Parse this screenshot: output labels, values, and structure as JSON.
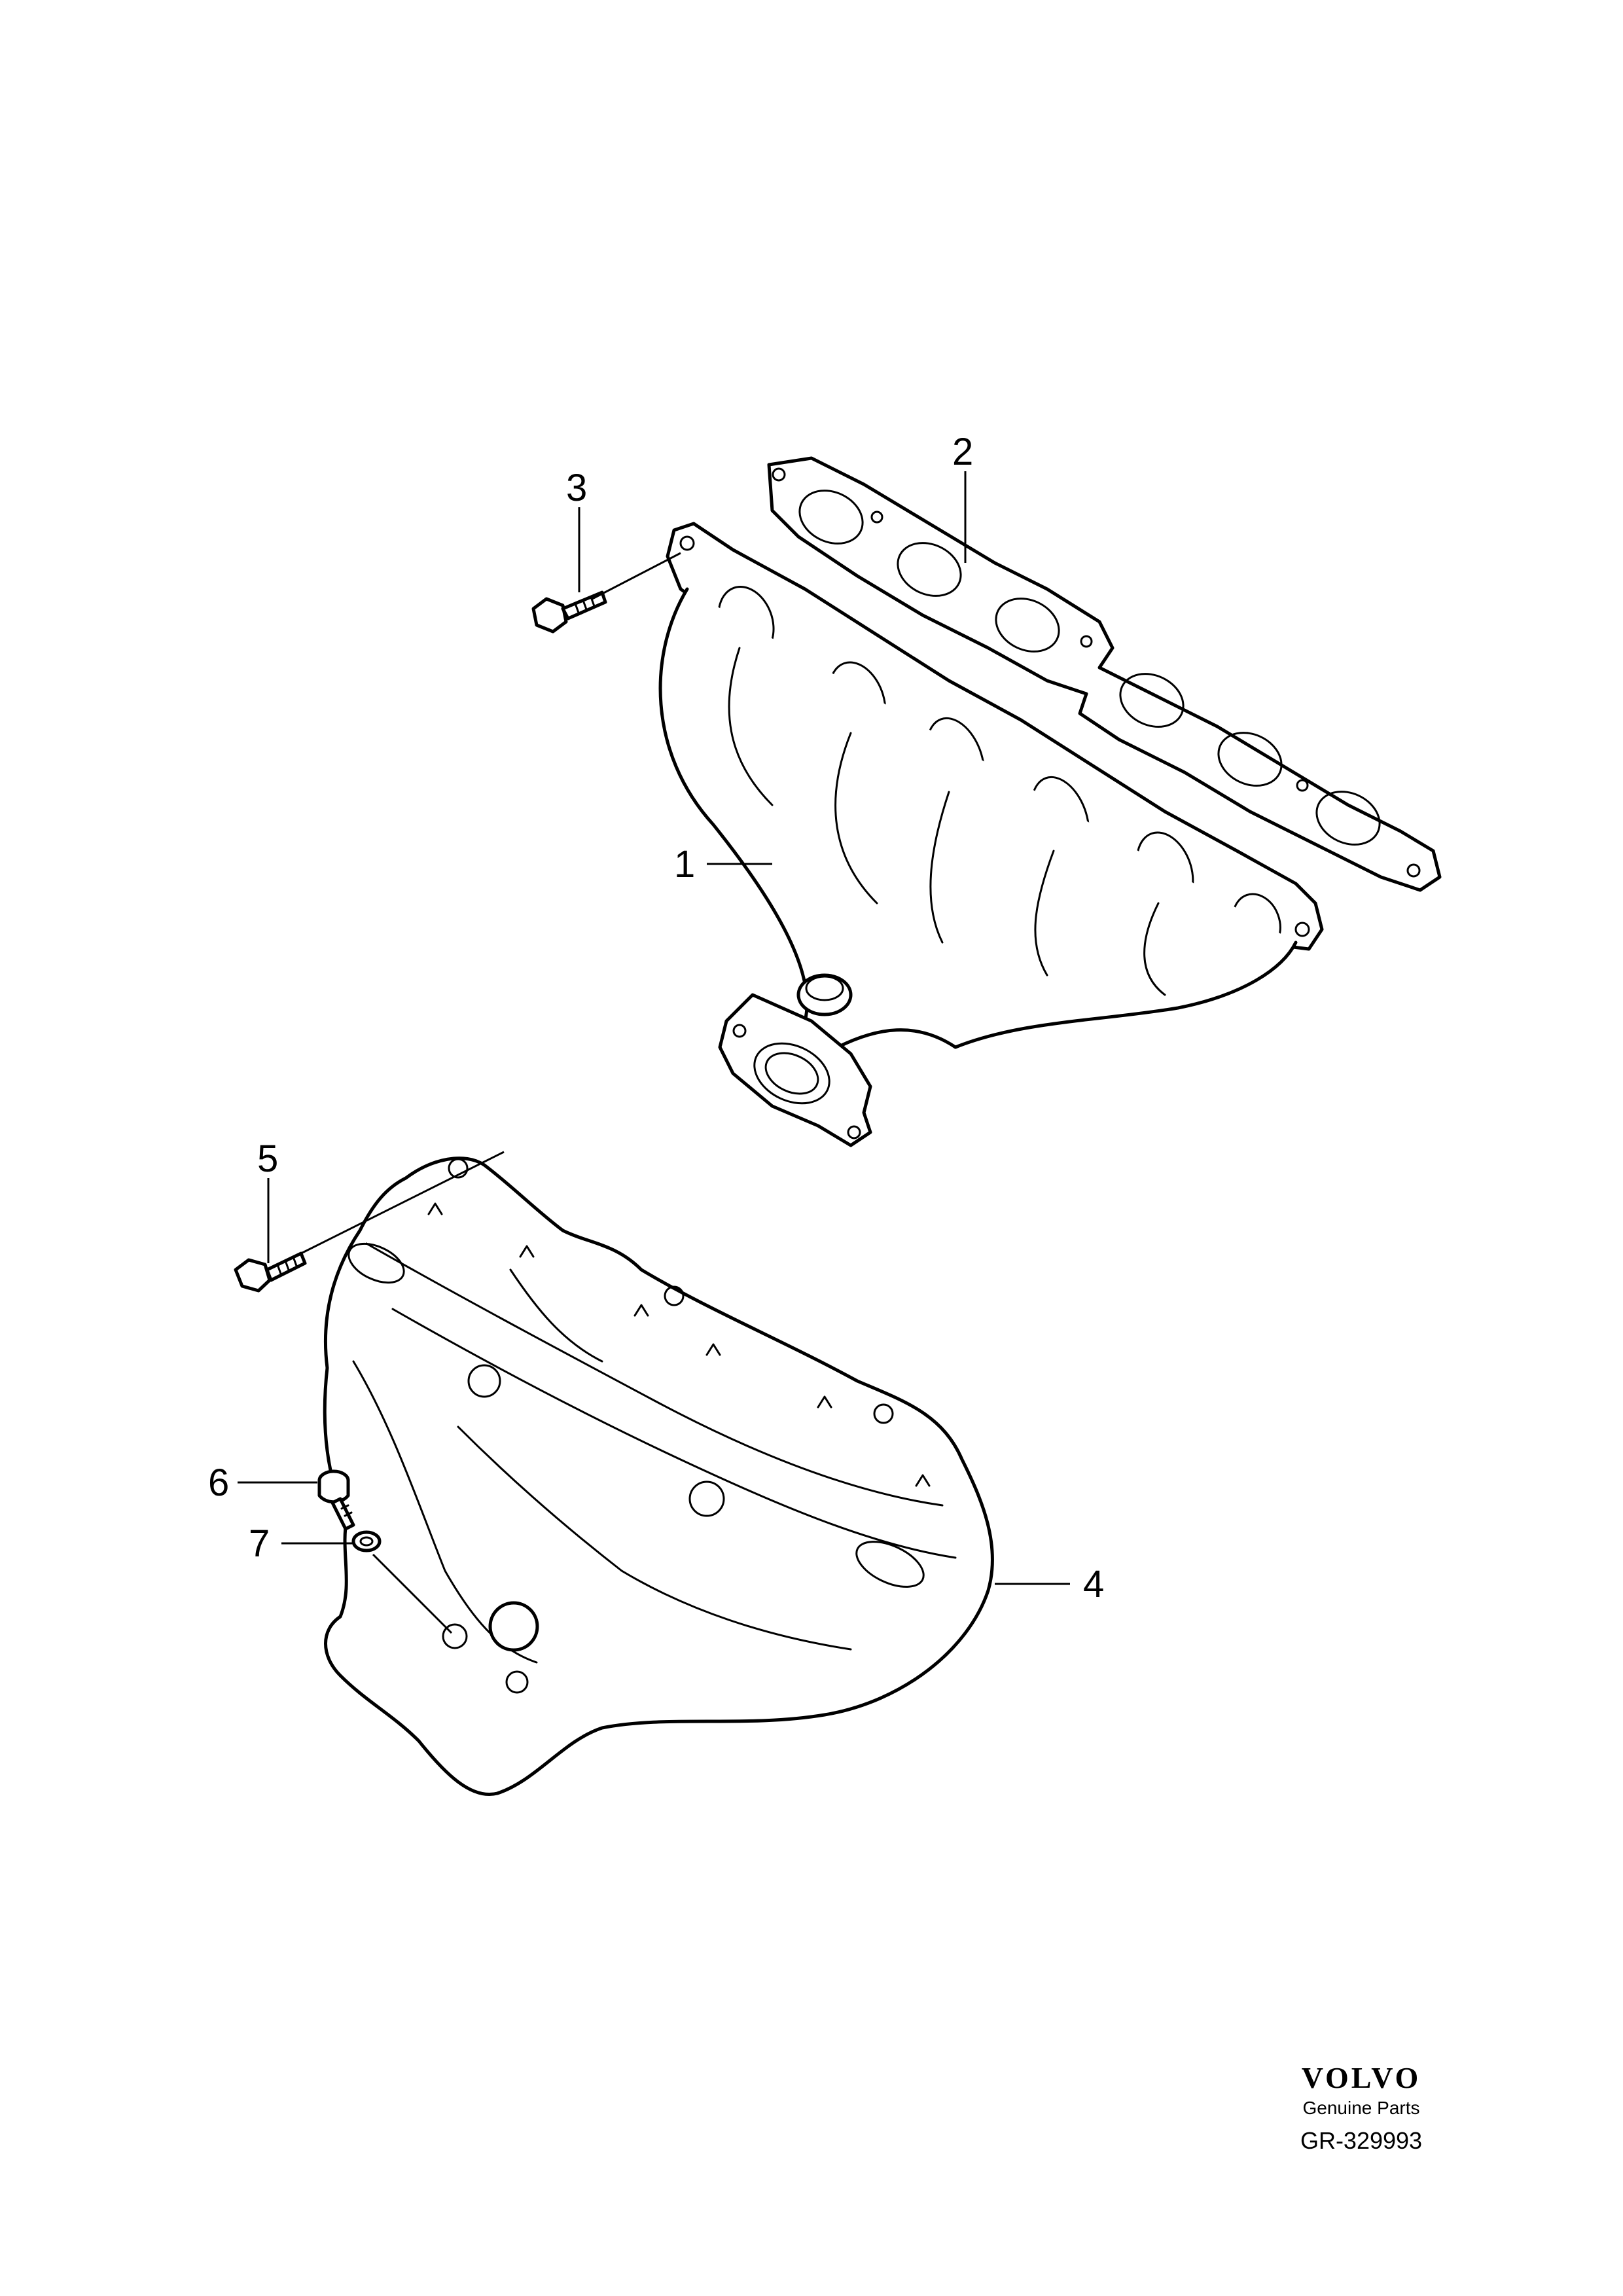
{
  "callouts": {
    "c1": "1",
    "c2": "2",
    "c3": "3",
    "c4": "4",
    "c5": "5",
    "c6": "6",
    "c7": "7"
  },
  "brand": {
    "logo": "VOLVO",
    "subtitle": "Genuine Parts"
  },
  "drawing_number": "GR-329993"
}
